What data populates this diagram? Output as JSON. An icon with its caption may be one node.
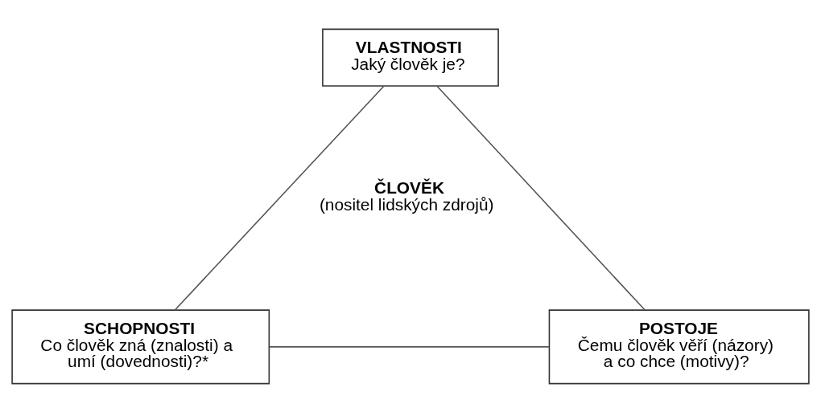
{
  "diagram": {
    "nodes": [
      {
        "text": [
          "VLASTNOSTI",
          "Jaký člověk je?"
        ]
      },
      {
        "text": [
          "SCHOPNOSTI",
          "Co člověk zná (znalosti) a umí (dovednosti)?*"
        ]
      },
      {
        "text": [
          "POSTOJE",
          "Čemu člověk věří (názory) a co chce (motivy)?"
        ]
      }
    ],
    "edges": [
      {
        "from": 0,
        "to": 1,
        "arrow": "none"
      },
      {
        "from": 0,
        "to": 2,
        "arrow": "none"
      },
      {
        "from": 1,
        "to": 2,
        "arrow": "none"
      }
    ],
    "labels": [
      "ČLOVĚK",
      "(nositel lidských zdrojů)"
    ]
  }
}
